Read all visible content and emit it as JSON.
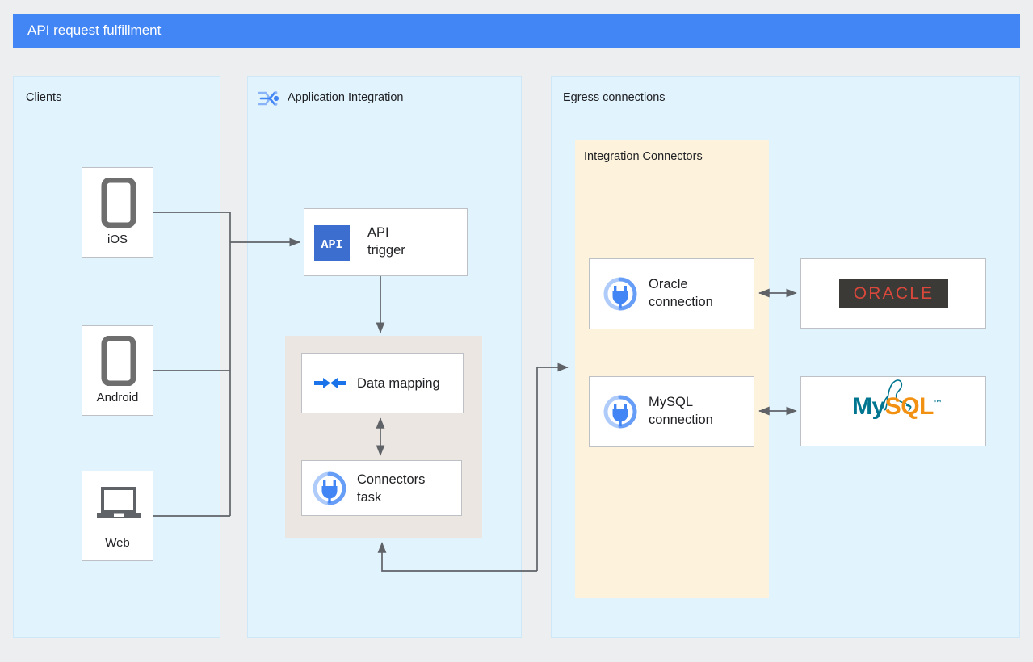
{
  "header": {
    "title": "API request fulfillment",
    "bar_color": "#4285f4",
    "text_color": "#ffffff"
  },
  "panels": {
    "clients": {
      "title": "Clients",
      "bg_color": "#e1f3fd"
    },
    "application_integration": {
      "title": "Application Integration",
      "icon": "application-integration-icon",
      "bg_color": "#e1f3fd"
    },
    "egress": {
      "title": "Egress connections",
      "bg_color": "#e1f3fd"
    }
  },
  "containers": {
    "integration_connectors": {
      "title": "Integration Connectors",
      "bg_color": "#fdf3dc"
    },
    "tasks_group": {
      "bg_color": "#ece6e2"
    }
  },
  "clients": [
    {
      "label": "iOS",
      "icon": "phone-icon"
    },
    {
      "label": "Android",
      "icon": "phone-icon"
    },
    {
      "label": "Web",
      "icon": "laptop-icon"
    }
  ],
  "integration_nodes": [
    {
      "label": "API\ntrigger",
      "icon": "api-trigger-icon",
      "icon_color": "#3c6ed0"
    },
    {
      "label": "Data mapping",
      "icon": "data-mapping-icon",
      "icon_color": "#1a73e8"
    },
    {
      "label": "Connectors\ntask",
      "icon": "connector-plug-icon",
      "icon_color": "#4285f4"
    }
  ],
  "connections": [
    {
      "label": "Oracle\nconnection",
      "icon": "connector-plug-icon"
    },
    {
      "label": "MySQL\nconnection",
      "icon": "connector-plug-icon"
    }
  ],
  "backends": [
    {
      "name": "ORACLE",
      "logo": "oracle-logo",
      "text_color": "#d9483b",
      "plate_color": "#3b3a37"
    },
    {
      "name": "MySQL",
      "logo": "mysql-logo",
      "part1": "My",
      "part2": "SQL",
      "trademark": "™",
      "color1": "#00758f",
      "color2": "#f29111"
    }
  ],
  "edge_color": "#5f6368"
}
